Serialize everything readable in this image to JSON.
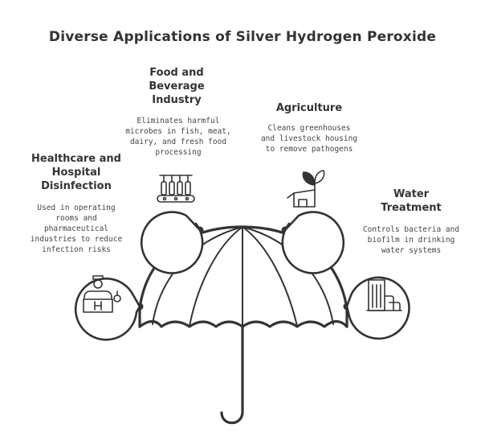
{
  "title": "Diverse Applications of Silver Hydrogen Peroxide",
  "sections": {
    "healthcare": {
      "heading": [
        "Healthcare and",
        "Hospital",
        "Disinfection"
      ],
      "description": [
        "Used in operating",
        "rooms and",
        "pharmaceutical",
        "industries to reduce",
        "infection risks"
      ],
      "icon": "doctor-icon"
    },
    "food": {
      "heading": [
        "Food and",
        "Beverage",
        "Industry"
      ],
      "description": [
        "Eliminates harmful",
        "microbes in fish, meat,",
        "dairy, and fresh food",
        "processing"
      ],
      "icon": "bottling-line-icon"
    },
    "agriculture": {
      "heading": [
        "Agriculture"
      ],
      "description": [
        "Cleans greenhouses",
        "and livestock housing",
        "to remove pathogens"
      ],
      "icon": "greenhouse-plant-icon"
    },
    "water": {
      "heading": [
        "Water",
        "Treatment"
      ],
      "description": [
        "Controls bacteria and",
        "biofilm in drinking",
        "water systems"
      ],
      "icon": "water-plant-icon"
    }
  },
  "colors": {
    "stroke": "#333333",
    "text": "#333333",
    "background": "#ffffff"
  }
}
